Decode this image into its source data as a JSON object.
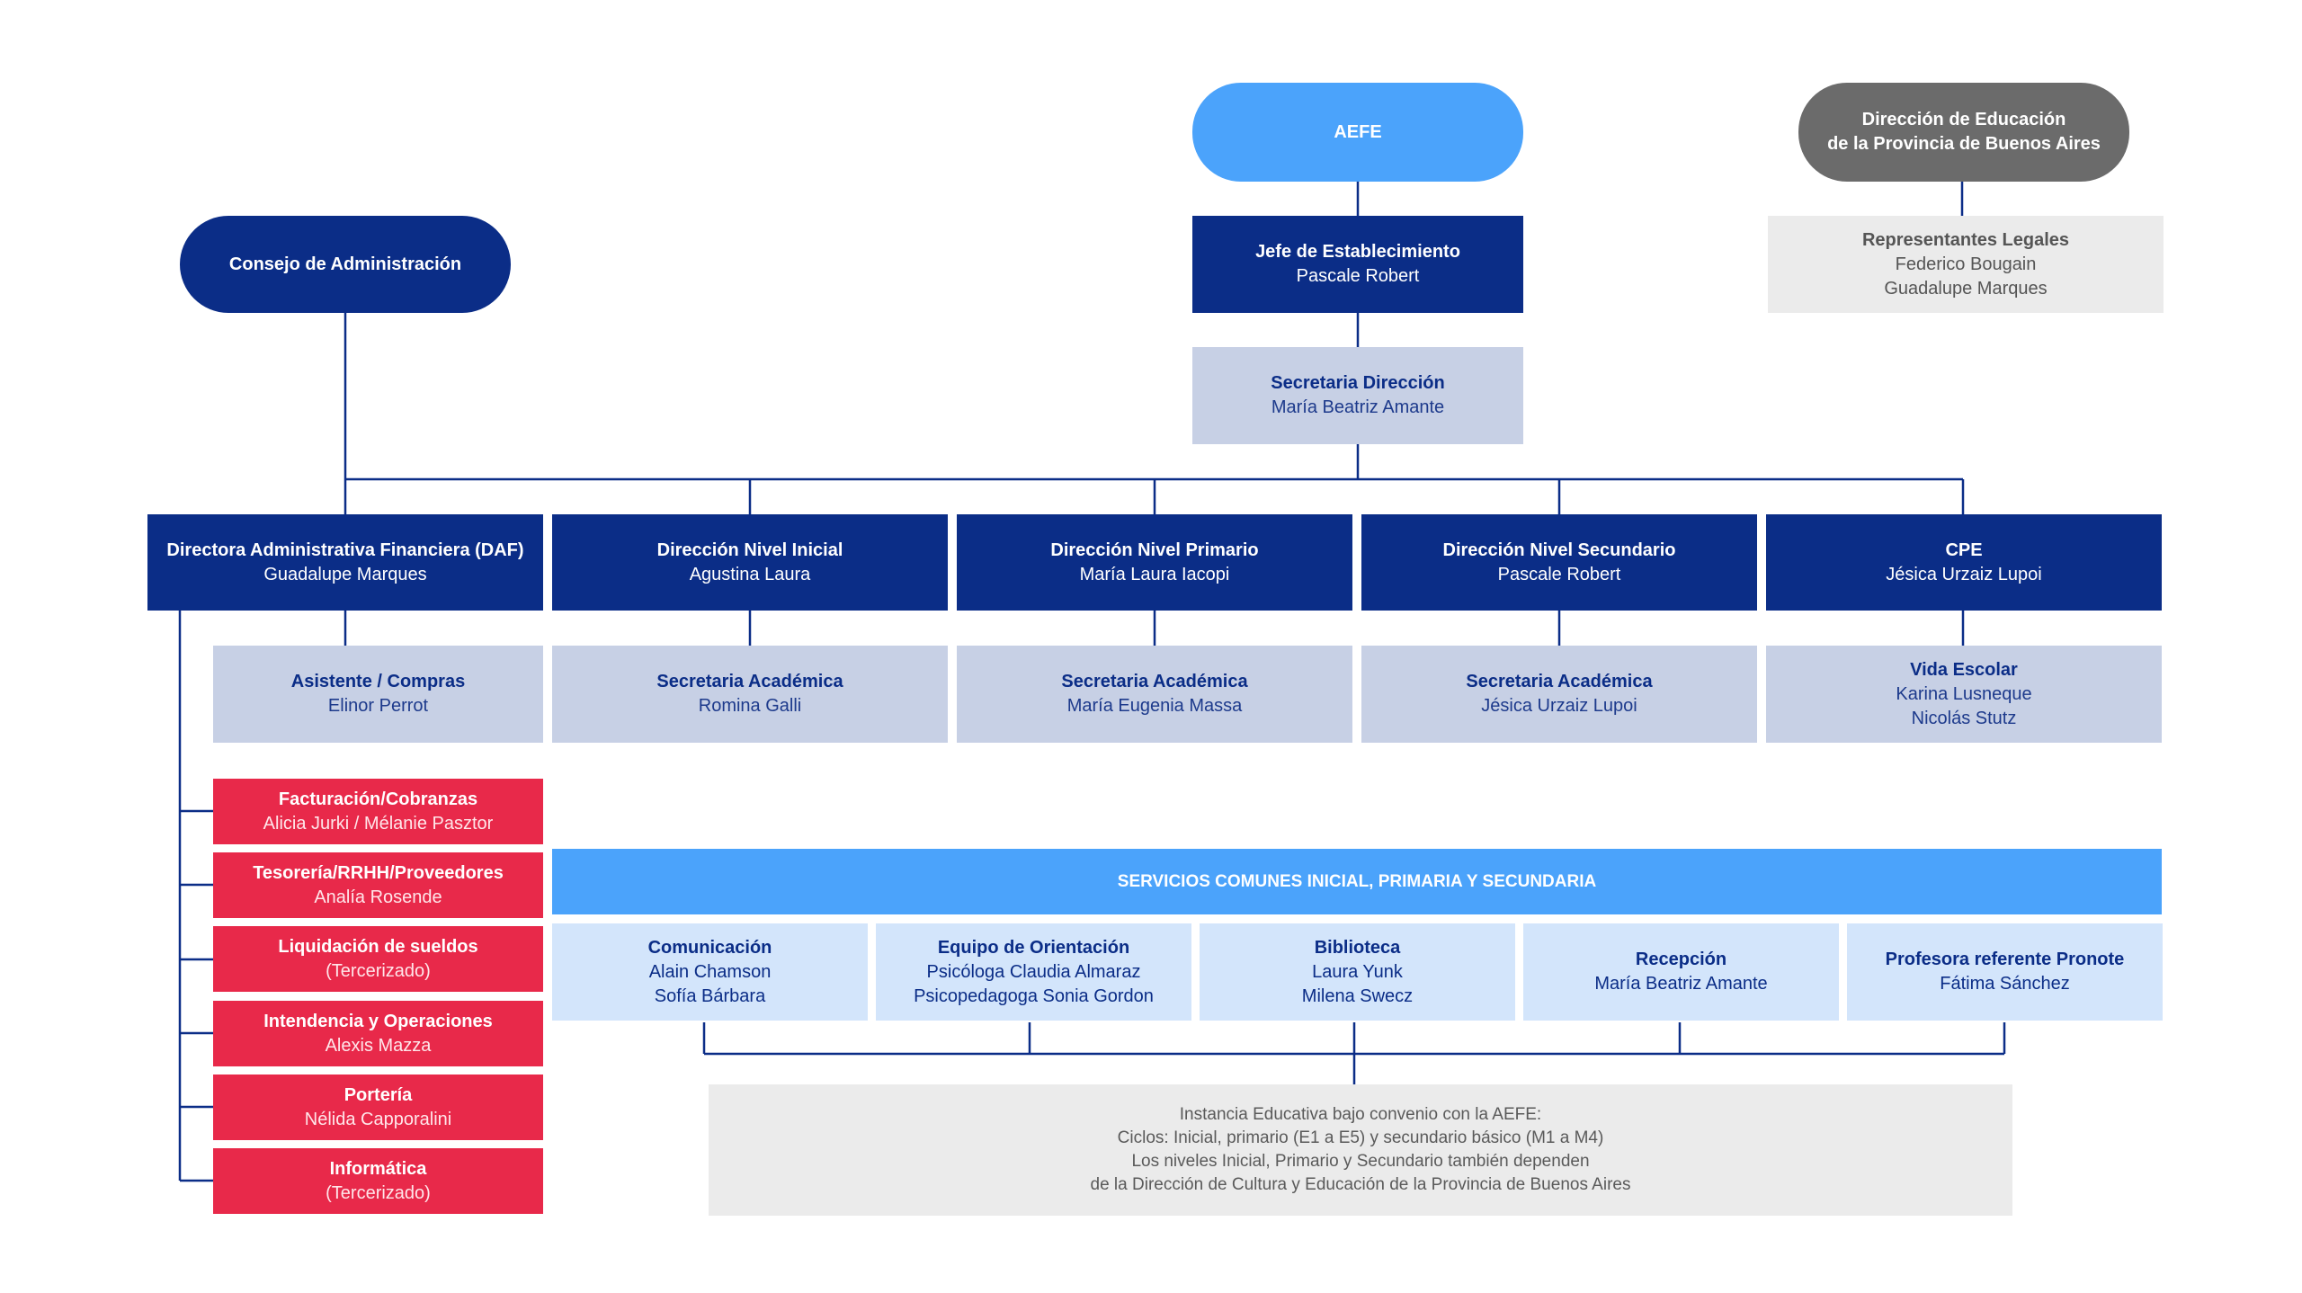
{
  "colors": {
    "navy": "#0b2d87",
    "light_navy": "#c7d0e5",
    "sky": "#4ba3fb",
    "red": "#e8294a",
    "pale_blue": "#d3e5fb",
    "grey_box": "#ebebeb",
    "dark_grey_pill": "#6b6b6b"
  },
  "top": {
    "aefe": "AEFE",
    "dgcye": [
      "Dirección de Educación",
      "de la Provincia de Buenos Aires"
    ],
    "consejo": "Consejo de Administración",
    "jefe": {
      "title": "Jefe de Establecimiento",
      "name": "Pascale Robert"
    },
    "secretaria": {
      "title": "Secretaria Dirección",
      "name": "María Beatriz Amante"
    },
    "representantes": {
      "title": "Representantes Legales",
      "names": [
        "Federico Bougain",
        "Guadalupe Marques"
      ]
    }
  },
  "directions": [
    {
      "title": "Directora Administrativa Financiera (DAF)",
      "name": "Guadalupe Marques"
    },
    {
      "title": "Dirección Nivel Inicial",
      "name": "Agustina Laura"
    },
    {
      "title": "Dirección Nivel Primario",
      "name": "María Laura Iacopi"
    },
    {
      "title": "Dirección Nivel Secundario",
      "name": "Pascale Robert"
    },
    {
      "title": "CPE",
      "name": "Jésica Urzaiz Lupoi"
    }
  ],
  "assistants": [
    {
      "title": "Asistente / Compras",
      "names": [
        "Elinor Perrot"
      ]
    },
    {
      "title": "Secretaria Académica",
      "names": [
        "Romina Galli"
      ]
    },
    {
      "title": "Secretaria Académica",
      "names": [
        "María Eugenia Massa"
      ]
    },
    {
      "title": "Secretaria Académica",
      "names": [
        "Jésica Urzaiz Lupoi"
      ]
    },
    {
      "title": "Vida Escolar",
      "names": [
        "Karina Lusneque",
        "Nicolás Stutz"
      ]
    }
  ],
  "admin_units": [
    {
      "title": "Facturación/Cobranzas",
      "name": "Alicia Jurki / Mélanie Pasztor"
    },
    {
      "title": "Tesorería/RRHH/Proveedores",
      "name": "Analía Rosende"
    },
    {
      "title": "Liquidación de sueldos",
      "name": "(Tercerizado)"
    },
    {
      "title": "Intendencia y Operaciones",
      "name": "Alexis Mazza"
    },
    {
      "title": "Portería",
      "name": "Nélida Capporalini"
    },
    {
      "title": "Informática",
      "name": "(Tercerizado)"
    }
  ],
  "services": {
    "banner": "SERVICIOS COMUNES INICIAL, PRIMARIA Y SECUNDARIA",
    "items": [
      {
        "title": "Comunicación",
        "names": [
          "Alain Chamson",
          "Sofía Bárbara"
        ]
      },
      {
        "title": "Equipo de Orientación",
        "names": [
          "Psicóloga Claudia Almaraz",
          "Psicopedagoga Sonia Gordon"
        ]
      },
      {
        "title": "Biblioteca",
        "names": [
          "Laura Yunk",
          "Milena Swecz"
        ]
      },
      {
        "title": "Recepción",
        "names": [
          "María Beatriz Amante"
        ]
      },
      {
        "title": "Profesora referente Pronote",
        "names": [
          "Fátima Sánchez"
        ]
      }
    ]
  },
  "note": [
    "Instancia Educativa bajo convenio con la AEFE:",
    "Ciclos: Inicial, primario (E1 a E5) y secundario básico (M1 a M4)",
    "Los niveles Inicial, Primario y Secundario también dependen",
    "de la Dirección de Cultura y Educación de la Provincia de Buenos Aires"
  ]
}
